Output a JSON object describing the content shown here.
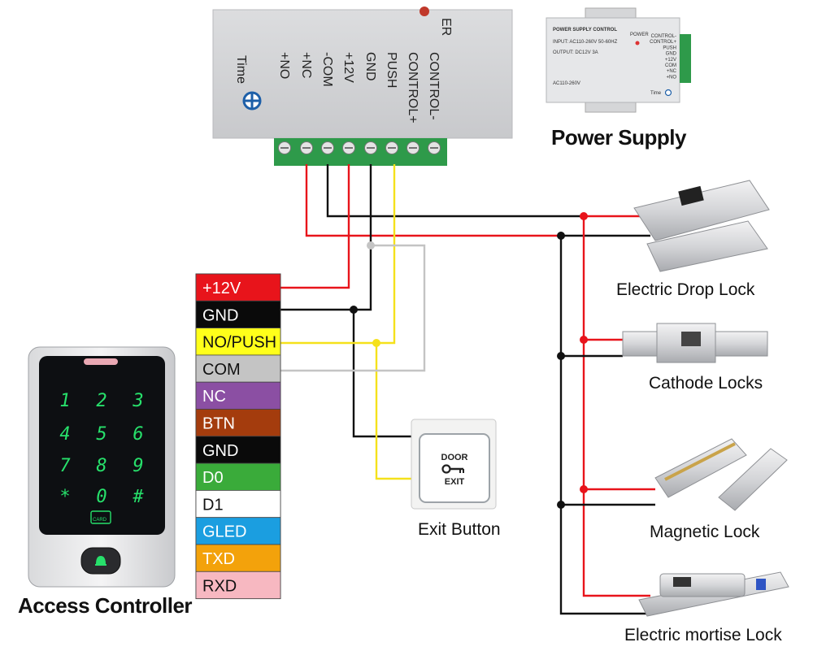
{
  "controller": {
    "terminals": [
      "CONTROL-",
      "CONTROL+",
      "PUSH",
      "GND",
      "+12V",
      "-COM",
      "+NC",
      "+NO"
    ],
    "time_label": "Time",
    "top_fragment": "ER"
  },
  "power_supply": {
    "caption": "Power Supply",
    "header": "POWER SUPPLY CONTROL",
    "input_line": "INPUT: AC110-260V 50-60HZ",
    "output_line": "OUTPUT: DC12V  3A",
    "ac_label": "AC110-260V",
    "power_label": "POWER",
    "side_labels": [
      "CONTROL-",
      "CONTROL+",
      "PUSH",
      "GND",
      "+12V",
      "COM",
      "+NC",
      "+NO"
    ],
    "time_label": "Time"
  },
  "wire_labels": [
    {
      "text": "+12V",
      "bg": "#e8141b",
      "fg": "#ffffff"
    },
    {
      "text": "GND",
      "bg": "#0a0a0a",
      "fg": "#ffffff"
    },
    {
      "text": "NO/PUSH",
      "bg": "#ffff1a",
      "fg": "#111111"
    },
    {
      "text": "COM",
      "bg": "#c4c4c4",
      "fg": "#111111"
    },
    {
      "text": "NC",
      "bg": "#8b4fa3",
      "fg": "#ffffff"
    },
    {
      "text": "BTN",
      "bg": "#a43c0d",
      "fg": "#ffffff"
    },
    {
      "text": "GND",
      "bg": "#0a0a0a",
      "fg": "#ffffff"
    },
    {
      "text": "D0",
      "bg": "#3aab3a",
      "fg": "#ffffff"
    },
    {
      "text": "D1",
      "bg": "#ffffff",
      "fg": "#111111"
    },
    {
      "text": "GLED",
      "bg": "#1b9ee0",
      "fg": "#ffffff"
    },
    {
      "text": "TXD",
      "bg": "#f3a20b",
      "fg": "#ffffff"
    },
    {
      "text": "RXD",
      "bg": "#f7b8c1",
      "fg": "#111111"
    }
  ],
  "access_controller": {
    "caption": "Access Controller",
    "keys": [
      "1",
      "2",
      "3",
      "4",
      "5",
      "6",
      "7",
      "8",
      "9",
      "*",
      "0",
      "#"
    ],
    "card_label": "CARD"
  },
  "exit_button": {
    "caption": "Exit Button",
    "top_text": "DOOR",
    "bottom_text": "EXIT"
  },
  "locks": [
    {
      "caption": "Electric Drop Lock"
    },
    {
      "caption": "Cathode Locks"
    },
    {
      "caption": "Magnetic Lock"
    },
    {
      "caption": "Electric mortise Lock"
    }
  ],
  "colors": {
    "red_wire": "#e8141b",
    "black_wire": "#111111",
    "yellow_wire": "#f5e11b",
    "gray_wire": "#c4c4c4",
    "terminal_green": "#2e9a4a",
    "keypad_green": "#27e06b"
  }
}
